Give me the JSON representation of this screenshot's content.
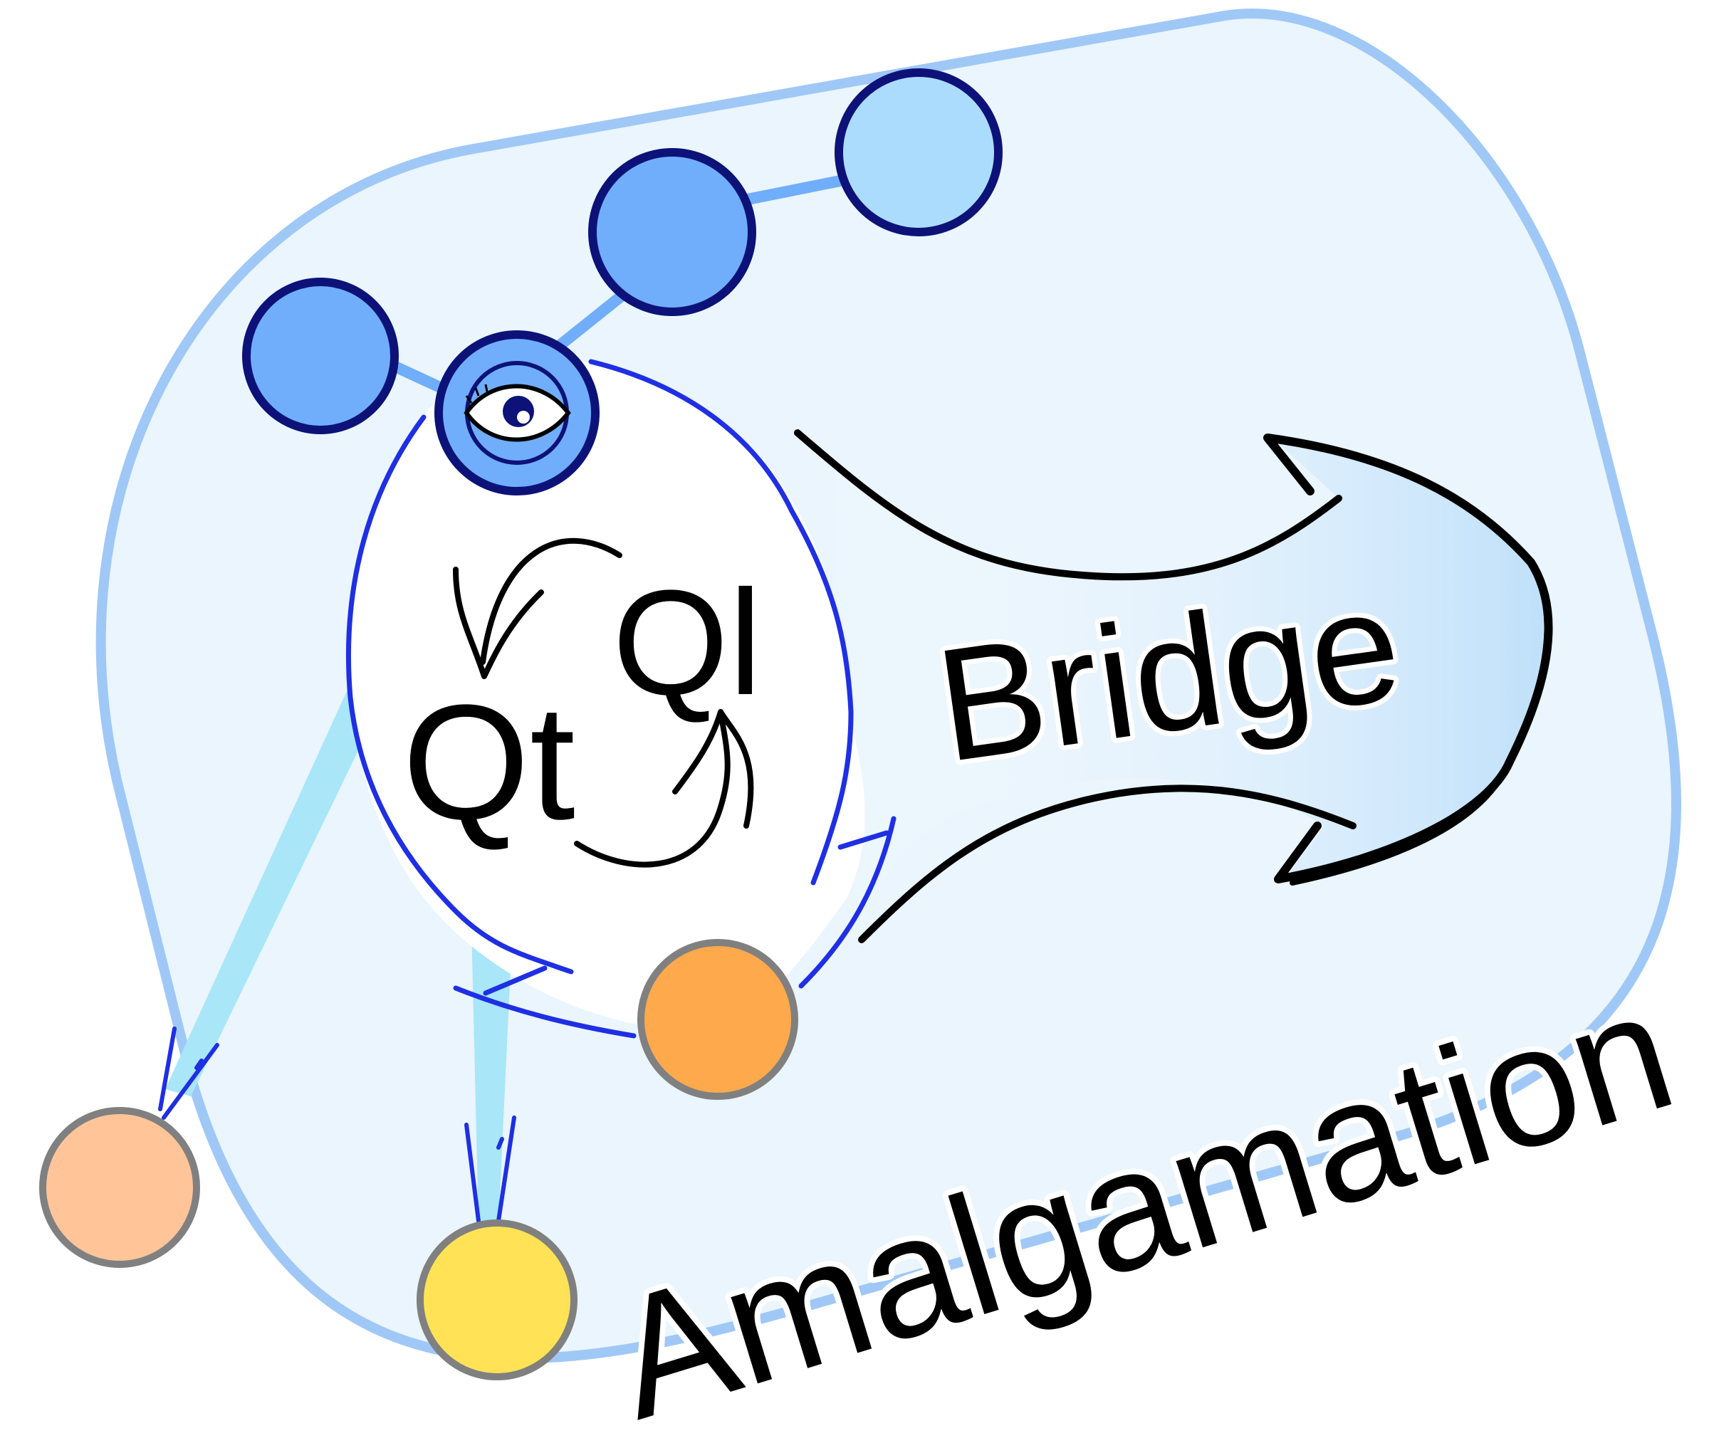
{
  "labels": {
    "ql": "Ql",
    "qt": "Qt",
    "bridge": "Bridge",
    "amalgamation": "Amalgamation"
  },
  "icons": {
    "eye": "eye-icon",
    "cycle_arrows": "cycle-arrows-icon",
    "bridge_arrow": "bridge-arrow-icon"
  },
  "colors": {
    "background_panel": "#eaf5fd",
    "panel_border": "#9fc8f7",
    "node_blue": "#70aefb",
    "node_light_blue": "#acdcfd",
    "node_outline_dark": "#0d1279",
    "node_orange": "#ffa94d",
    "node_peach": "#ffc599",
    "node_yellow": "#ffe255",
    "node_outline_grey": "#808080",
    "link_blue": "#1f2fe3",
    "link_cyan": "#a8e6f8",
    "arrow_fill": "#bfe0fa",
    "text": "#000000"
  }
}
